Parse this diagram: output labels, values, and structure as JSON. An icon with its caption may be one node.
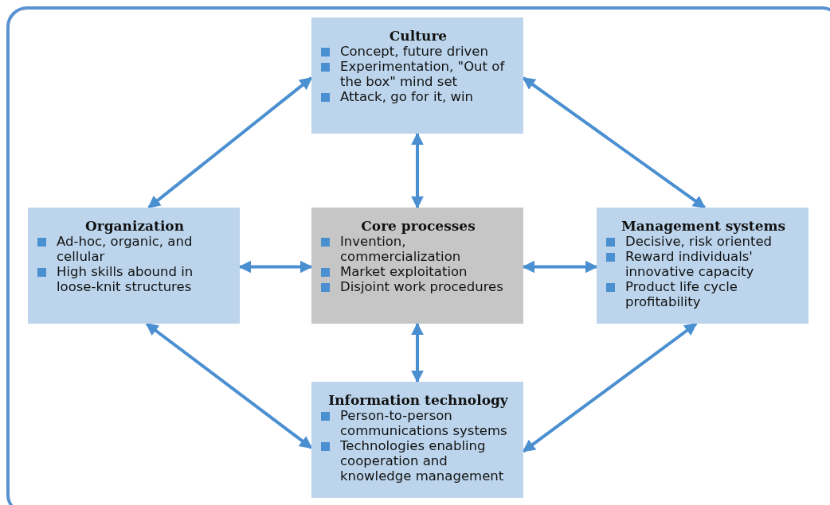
{
  "diagram": {
    "nodes": [
      {
        "text": [
          "Culture",
          "Concept, future driven",
          "Experimentation, \"Out of the box\" mind set",
          "Attack, go for it, win"
        ]
      },
      {
        "text": [
          "Organization",
          "Ad-hoc, organic, and cellular",
          "High skills abound in loose-knit structures"
        ]
      },
      {
        "text": [
          "Core processes",
          "Invention, commercialization",
          "Market exploitation",
          "Disjoint work procedures"
        ]
      },
      {
        "text": [
          "Management systems",
          "Decisive, risk oriented",
          "Reward individuals' innovative capacity",
          "Product life cycle profitability"
        ]
      },
      {
        "text": [
          "Information technology",
          "Person-to-person communications systems",
          "Technologies enabling cooperation and knowledge management"
        ]
      }
    ],
    "edges": [
      {
        "from": 0,
        "to": 1,
        "arrow": "both"
      },
      {
        "from": 0,
        "to": 2,
        "arrow": "both"
      },
      {
        "from": 0,
        "to": 3,
        "arrow": "both"
      },
      {
        "from": 1,
        "to": 2,
        "arrow": "both"
      },
      {
        "from": 2,
        "to": 3,
        "arrow": "both"
      },
      {
        "from": 2,
        "to": 4,
        "arrow": "both"
      },
      {
        "from": 1,
        "to": 4,
        "arrow": "both"
      },
      {
        "from": 3,
        "to": 4,
        "arrow": "both"
      }
    ]
  }
}
